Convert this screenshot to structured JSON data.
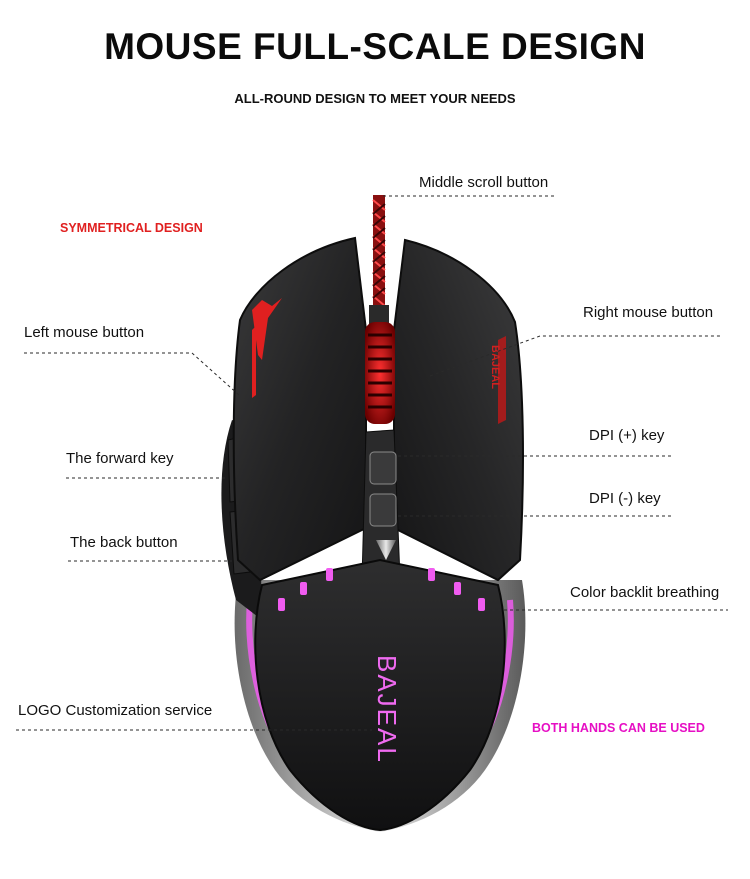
{
  "header": {
    "title": "MOUSE FULL-SCALE DESIGN",
    "subtitle": "ALL-ROUND DESIGN TO MEET YOUR NEEDS"
  },
  "highlights": {
    "symmetrical": "SYMMETRICAL DESIGN",
    "both_hands": "BOTH HANDS CAN BE USED"
  },
  "callouts": {
    "middle_scroll": "Middle scroll button",
    "left_button": "Left mouse button",
    "right_button": "Right mouse button",
    "forward_key": "The forward key",
    "dpi_plus": "DPI (+) key",
    "dpi_minus": "DPI (-) key",
    "back_button": "The back button",
    "backlight": "Color backlit breathing",
    "logo_service": "LOGO Customization service"
  },
  "product": {
    "brand_logo": "BAJEAL",
    "side_print": "BAJEAL"
  },
  "colors": {
    "body": "#1f1f20",
    "accent_red": "#e02020",
    "accent_pink": "#e60fc4",
    "backlight_magenta": "#f05cf0",
    "chrome": "#9a9a9a"
  }
}
